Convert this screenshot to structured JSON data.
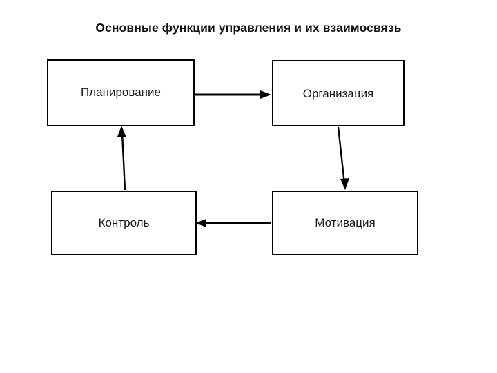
{
  "diagram": {
    "title": "Основные  функции управления и их взаимосвязь",
    "type": "cycle-flowchart",
    "background_color": "#ffffff",
    "line_color": "#000000",
    "text_color": "#1a1a1a",
    "nodes": [
      {
        "id": "planning",
        "label": "Планирование",
        "position": "top-left"
      },
      {
        "id": "organization",
        "label": "Организация",
        "position": "top-right"
      },
      {
        "id": "motivation",
        "label": "Мотивация",
        "position": "bottom-right"
      },
      {
        "id": "control",
        "label": "Контроль",
        "position": "bottom-left"
      }
    ],
    "edges": [
      {
        "id": "planning-to-organization",
        "from": "planning",
        "to": "organization",
        "direction": "right",
        "style": "solid-arrow"
      },
      {
        "id": "organization-to-motivation",
        "from": "organization",
        "to": "motivation",
        "direction": "down",
        "style": "solid-arrow"
      },
      {
        "id": "motivation-to-control",
        "from": "motivation",
        "to": "control",
        "direction": "left",
        "style": "solid-arrow"
      },
      {
        "id": "control-to-planning",
        "from": "control",
        "to": "planning",
        "direction": "up",
        "style": "solid-arrow"
      }
    ]
  }
}
